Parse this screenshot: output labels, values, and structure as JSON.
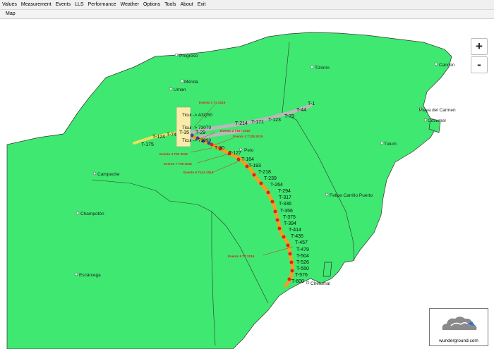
{
  "menu": [
    "Values",
    "Measurement",
    "Events",
    "LLS",
    "Performance",
    "Weather",
    "Options",
    "Tools",
    "About",
    "Exit"
  ],
  "tab": "Map",
  "zoom": {
    "in_label": "+",
    "out_label": "-"
  },
  "cities": {
    "progreso": "Progreso",
    "merida": "Mérida",
    "uman": "Uman",
    "tizimin": "Tizimín",
    "cancun": "Cancún",
    "playa": "Playa del Carmen",
    "cozumel": "Cozumel",
    "tulum": "Tulum",
    "peto": "Peto",
    "campeche": "Campeche",
    "felipe": "Felipe Carrillo Puerto",
    "champoton": "Champotón",
    "escarcega": "Escárcega",
    "chetumal": "Chetumal"
  },
  "towers": [
    "T-44",
    "T-79",
    "T-123",
    "T-171",
    "T-214",
    "T-29",
    "T-74",
    "T-124",
    "T-175",
    "T-30",
    "T-127",
    "T-164",
    "T-193",
    "T-218",
    "T-239",
    "T-264",
    "T-294",
    "T-317",
    "T-336",
    "T-356",
    "T-375",
    "T-394",
    "T-414",
    "T-435",
    "T-457",
    "T-479",
    "T-504",
    "T-526",
    "T-550",
    "T-576",
    "T-600",
    "T-1",
    "T-35"
  ],
  "substations": {
    "a": "Ticul -> A3Q50",
    "b": "Ticul -> 73070",
    "c": "Ticul -> 73090"
  },
  "events": [
    "Evento 1 T4 2015",
    "Evento 2 T187 2015",
    "Evento 3 T125 2015",
    "Evento 4 T63 2015",
    "Evento 7 T69 2016",
    "Evento 6 T144 2016",
    "Evento 5 T7 2016"
  ],
  "attribution": "wunderground.com",
  "colors": {
    "land": "#3fe870",
    "line_gray": "#b8b8b8",
    "line_yellow": "#f0c020",
    "marker_red": "#e02020",
    "marker_blue": "#3040b0"
  }
}
